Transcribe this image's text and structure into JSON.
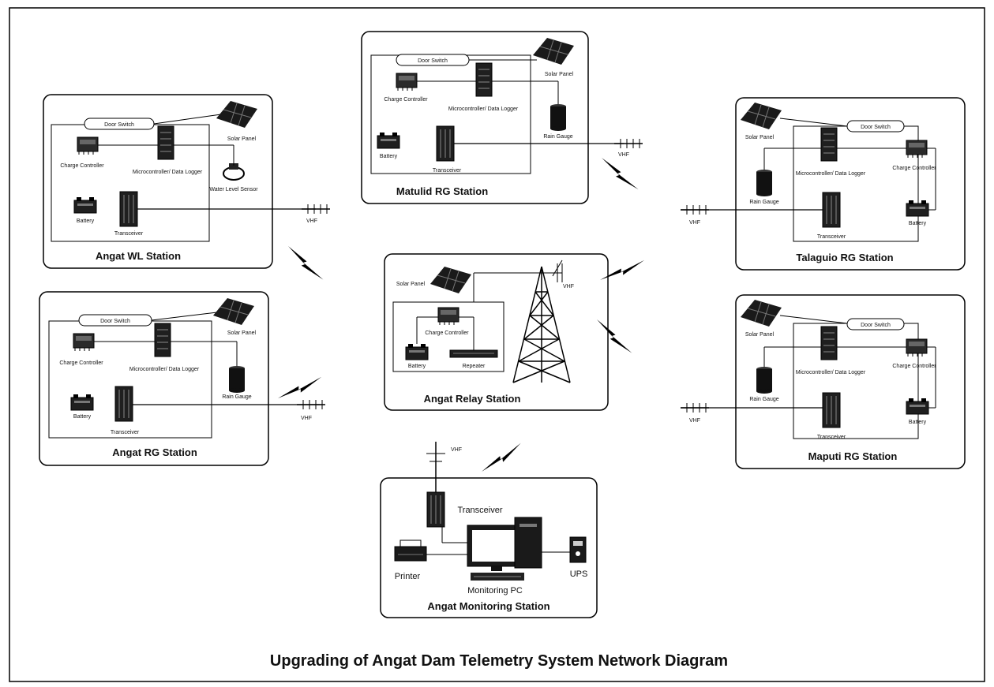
{
  "title": "Upgrading of Angat Dam Telemetry System Network Diagram",
  "labels": {
    "door_switch": "Door Switch",
    "solar_panel": "Solar Panel",
    "charge_controller": "Charge Controller",
    "microcontroller": "Microcontroller/ Data Logger",
    "battery": "Battery",
    "transceiver": "Transceiver",
    "rain_gauge": "Rain Gauge",
    "water_level_sensor": "Water Level Sensor",
    "repeater": "Repeater",
    "vhf": "VHF"
  },
  "stations": {
    "matulid": {
      "title": "Matulid RG Station"
    },
    "angat_wl": {
      "title": "Angat WL Station"
    },
    "angat_rg": {
      "title": "Angat RG Station"
    },
    "talaguio": {
      "title": "Talaguio RG Station"
    },
    "maputi": {
      "title": "Maputi RG Station"
    },
    "relay": {
      "title": "Angat Relay Station"
    },
    "monitoring": {
      "title": "Angat Monitoring Station",
      "transceiver": "Transceiver",
      "printer": "Printer",
      "pc": "Monitoring PC",
      "ups": "UPS"
    }
  }
}
